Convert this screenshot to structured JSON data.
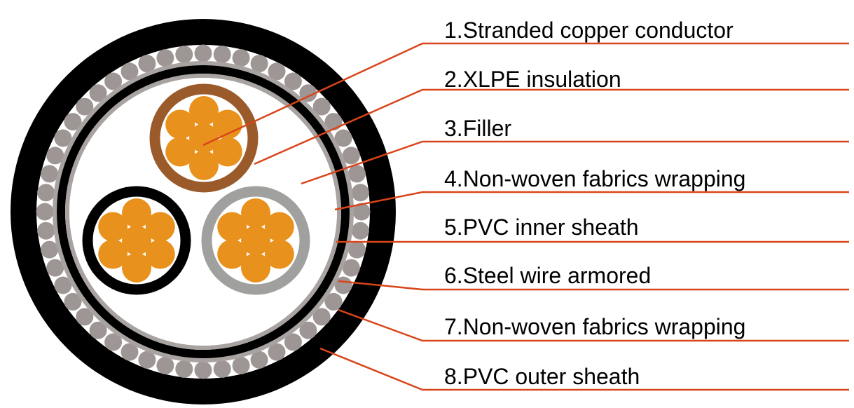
{
  "colors": {
    "leader_line": "#d9451a",
    "outer_sheath": "#000000",
    "armor_wire": "#9e9694",
    "armor_bed": "#ffffff",
    "fabric_wrap": "#a8a3a1",
    "inner_sheath": "#000000",
    "filler": "#ffffff",
    "copper_strand": "#e8911c",
    "insulation_brown": "#9b5a2a",
    "insulation_black": "#000000",
    "insulation_grey": "#a0a09f"
  },
  "labels": [
    {
      "id": "stranded-copper-conductor",
      "text": "1.Stranded copper conductor"
    },
    {
      "id": "xlpe-insulation",
      "text": "2.XLPE insulation"
    },
    {
      "id": "filler",
      "text": "3.Filler"
    },
    {
      "id": "non-woven-fabrics-wrapping-inner",
      "text": "4.Non-woven fabrics wrapping"
    },
    {
      "id": "pvc-inner-sheath",
      "text": "5.PVC inner sheath"
    },
    {
      "id": "steel-wire-armored",
      "text": "6.Steel wire armored"
    },
    {
      "id": "non-woven-fabrics-wrapping-outer",
      "text": "7.Non-woven fabrics wrapping"
    },
    {
      "id": "pvc-outer-sheath",
      "text": "8.PVC outer sheath"
    }
  ]
}
